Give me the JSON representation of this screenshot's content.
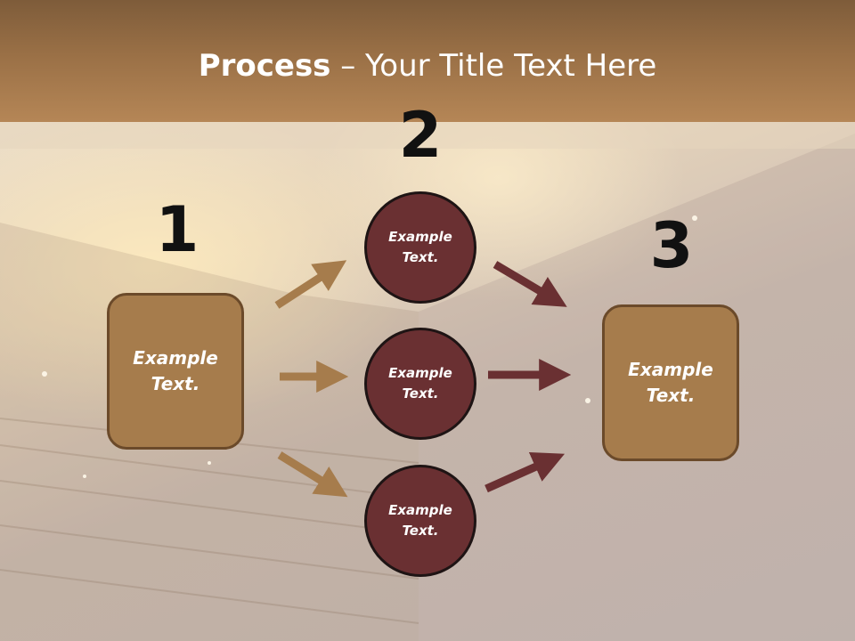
{
  "slide": {
    "title_bold": "Process",
    "title_rest": " – Your Title Text Here"
  },
  "numbers": [
    "1",
    "2",
    "3"
  ],
  "left_box": {
    "line1": "Example",
    "line2": "Text."
  },
  "right_box": {
    "line1": "Example",
    "line2": "Text."
  },
  "circles": [
    {
      "line1": "Example",
      "line2": "Text."
    },
    {
      "line1": "Example",
      "line2": "Text."
    },
    {
      "line1": "Example",
      "line2": "Text."
    }
  ],
  "colors": {
    "box_fill": "#a67c4c",
    "circle_fill": "#6a3032",
    "arrow_left": "#a67c4c",
    "arrow_right": "#6a3032"
  }
}
